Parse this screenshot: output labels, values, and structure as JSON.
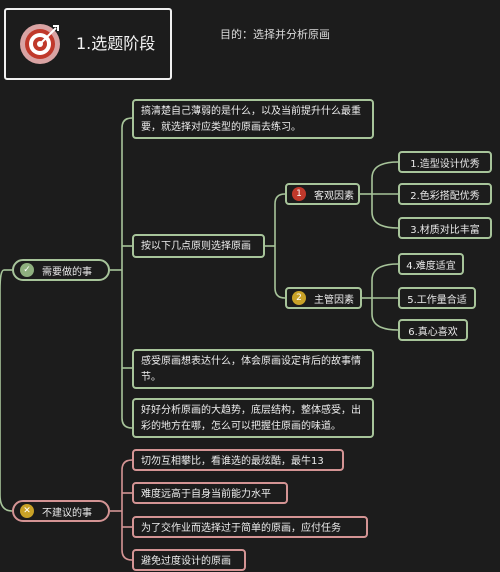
{
  "header": {
    "title": "1.选题阶段",
    "goal": "目的：选择并分析原画",
    "icon": "target-icon"
  },
  "colors": {
    "green": "#a7c49a",
    "red": "#d49494",
    "background": "#1c1c1c"
  },
  "should_do": {
    "label": "需要做的事",
    "icon": "check-icon",
    "items": {
      "understand": "搞清楚自己薄弱的是什么，以及当前提升什么最重要，就选择对应类型的原画去练习。",
      "principles": "按以下几点原则选择原画",
      "feel": "感受原画想表达什么，体会原画设定背后的故事情节。",
      "analyze": "好好分析原画的大趋势，底层结构，整体感受，出彩的地方在哪，怎么可以把握住原画的味道。"
    },
    "objective": {
      "num": "1",
      "label": "客观因素",
      "items": [
        "1.造型设计优秀",
        "2.色彩搭配优秀",
        "3.材质对比丰富"
      ]
    },
    "subjective": {
      "num": "2",
      "label": "主管因素",
      "items": [
        "4.难度适宜",
        "5.工作量合适",
        "6.真心喜欢"
      ]
    }
  },
  "not_recommended": {
    "label": "不建议的事",
    "icon": "cross-icon",
    "items": [
      "切勿互相攀比，看谁选的最炫酷，最牛13",
      "难度远高于自身当前能力水平",
      "为了交作业而选择过于简单的原画，应付任务",
      "避免过度设计的原画"
    ]
  }
}
